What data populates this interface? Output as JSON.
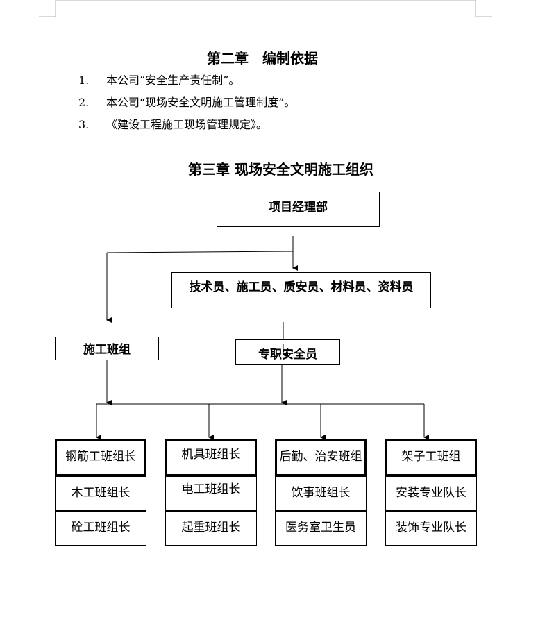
{
  "chapter2": {
    "title": "第二章　编制依据",
    "items": [
      {
        "num": "1.",
        "text": "本公司“安全生产责任制”。"
      },
      {
        "num": "2.",
        "text": "本公司“现场安全文明施工管理制度”。"
      },
      {
        "num": "3.",
        "text": "《建设工程施工现场管理规定》。"
      }
    ]
  },
  "chapter3": {
    "title": "第三章  现场安全文明施工组织"
  },
  "org_chart": {
    "project_dept": "项目经理部",
    "staff": "技术员、施工员、质安员、材料员、资料员",
    "work_crew": "施工班组",
    "safety_officer": "专职安全员",
    "teams": [
      {
        "lead": "钢筋工班组长",
        "members": [
          "木工班组长",
          "砼工班组长"
        ]
      },
      {
        "lead": "机具班组长",
        "members": [
          "电工班组长",
          "起重班组长"
        ]
      },
      {
        "lead": "后勤、治安班组",
        "members": [
          "饮事班组长",
          "医务室卫生员"
        ]
      },
      {
        "lead": "架子工班组",
        "members": [
          "安装专业队长",
          "装饰专业队长"
        ]
      }
    ]
  }
}
